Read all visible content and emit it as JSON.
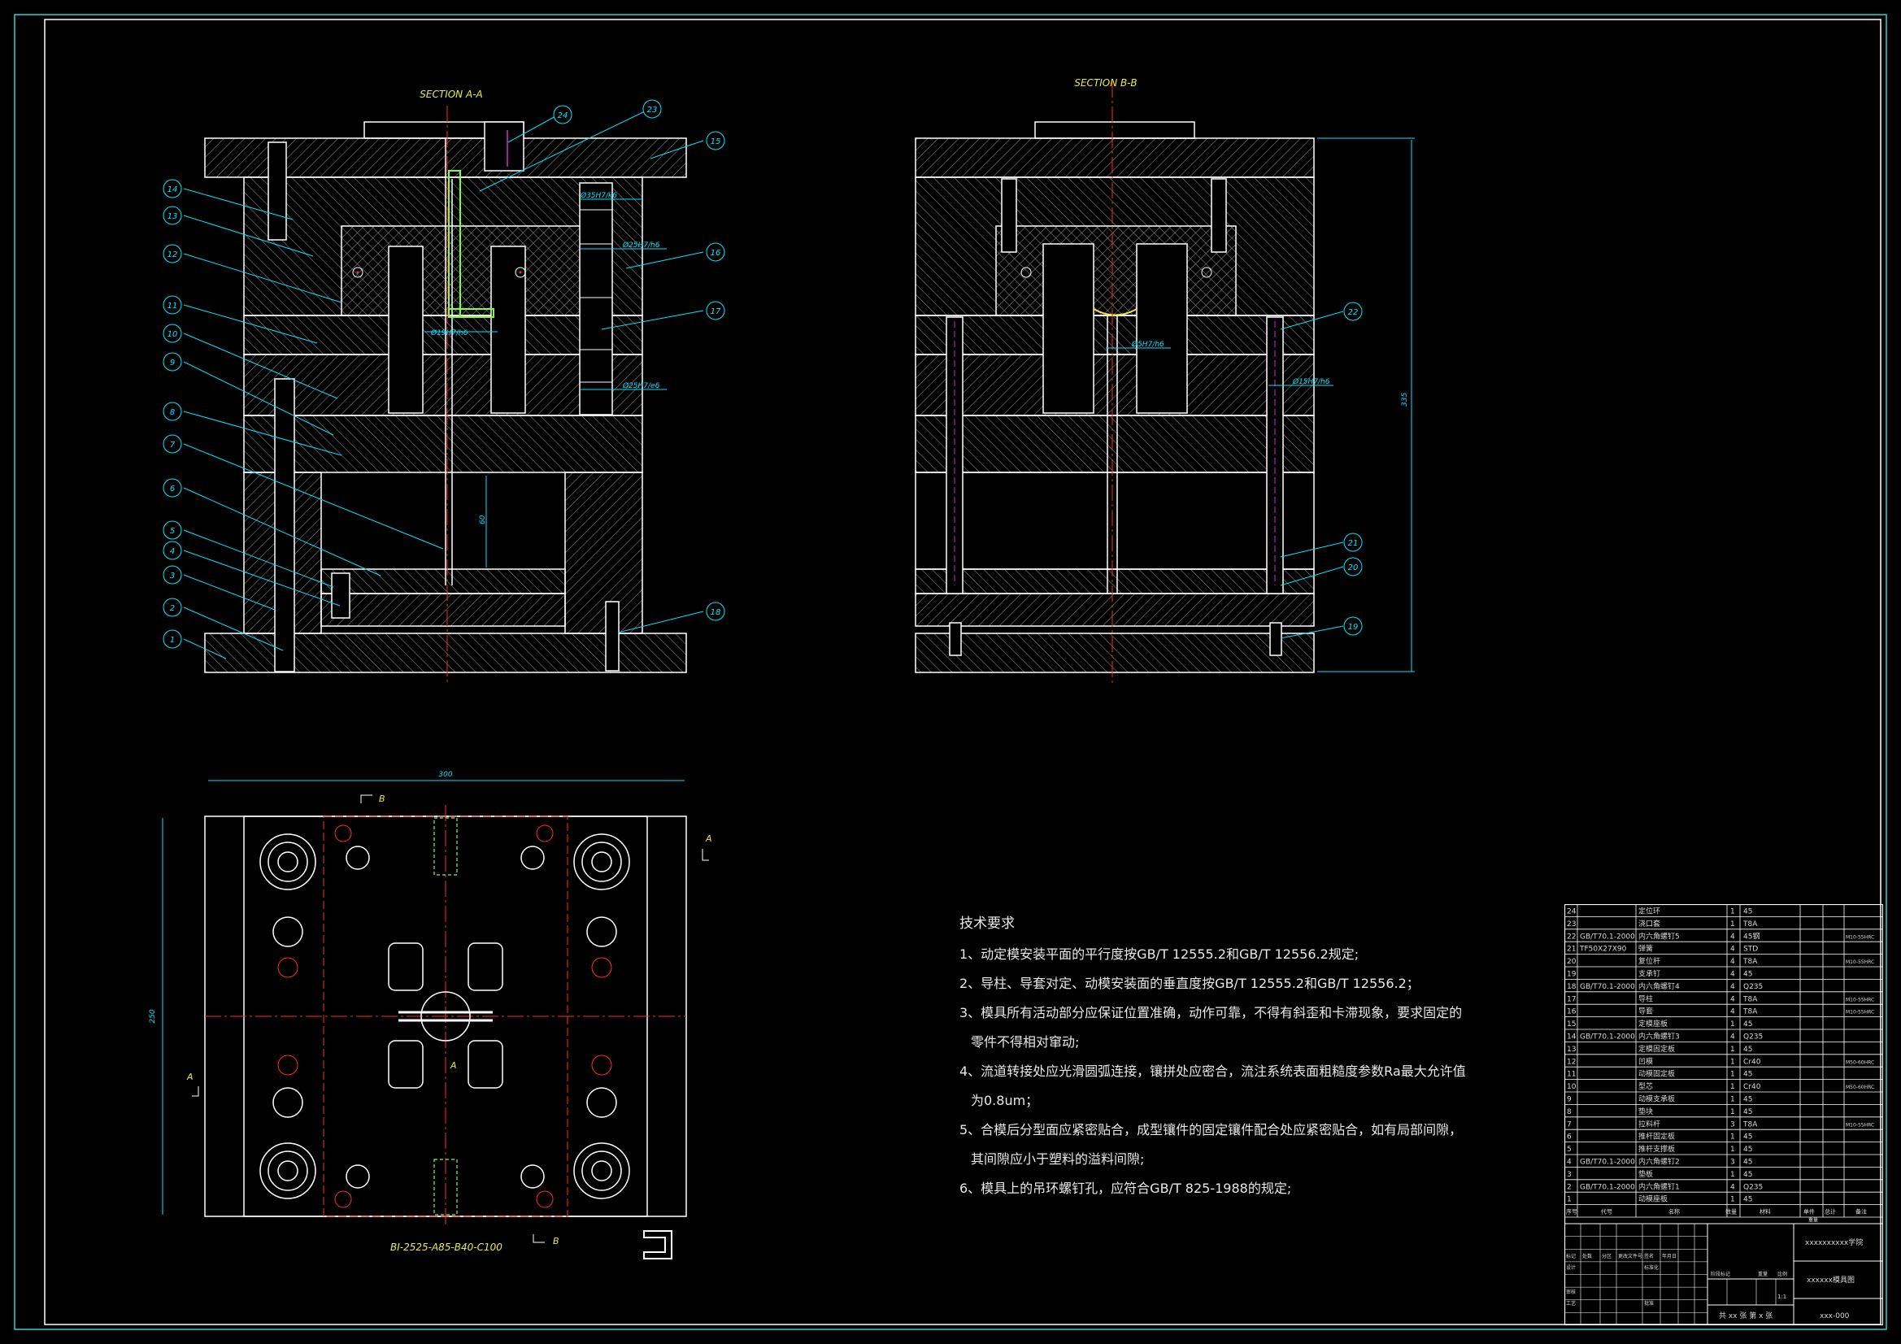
{
  "views": {
    "section_a": {
      "title": "SECTION A-A"
    },
    "section_b": {
      "title": "SECTION B-B"
    },
    "plan": {
      "caption": "BI-2525-A85-B40-C100"
    }
  },
  "dimensions": {
    "fit1": "Ø35H7/k6",
    "fit2": "Ø25H7/h6",
    "fit3": "Ø19H7/h6",
    "fit4": "Ø25H7/e6",
    "stroke": "60",
    "fit5": "Ø5H7/h6",
    "fit6": "Ø15H7/h6",
    "height": "335",
    "width": "300",
    "depth": "250"
  },
  "section_marks": {
    "a": "A",
    "b": "B"
  },
  "balloons_a": [
    "1",
    "2",
    "3",
    "4",
    "5",
    "6",
    "7",
    "8",
    "9",
    "10",
    "11",
    "12",
    "13",
    "14",
    "15",
    "16",
    "17",
    "18",
    "23",
    "24"
  ],
  "balloons_b": [
    "19",
    "20",
    "21",
    "22"
  ],
  "tech_notes": {
    "header": "技术要求",
    "items": [
      "1、动定模安装平面的平行度按GB/T 12555.2和GB/T 12556.2规定;",
      "2、导柱、导套对定、动模安装面的垂直度按GB/T 12555.2和GB/T 12556.2；",
      "3、模具所有活动部分应保证位置准确，动作可靠，不得有斜歪和卡滞现象，要求固定的",
      "零件不得相对窜动;",
      "4、流道转接处应光滑圆弧连接，镶拼处应密合，流注系统表面粗糙度参数Ra最大允许值",
      "为0.8um；",
      "5、合模后分型面应紧密贴合，成型镶件的固定镶件配合处应紧密贴合，如有局部间隙，",
      "其间隙应小于塑料的溢料间隙;",
      "6、模具上的吊环螺钉孔，应符合GB/T 825-1988的规定;"
    ]
  },
  "bom": {
    "rows": [
      {
        "no": "24",
        "std": "",
        "name": "定位环",
        "qty": "1",
        "mat": "45",
        "note": ""
      },
      {
        "no": "23",
        "std": "",
        "name": "浇口套",
        "qty": "1",
        "mat": "T8A",
        "note": ""
      },
      {
        "no": "22",
        "std": "GB/T70.1-2000",
        "name": "内六角螺钉5",
        "qty": "4",
        "mat": "45钢",
        "note": "M10-55HRC"
      },
      {
        "no": "21",
        "std": "TF50X27X90",
        "name": "弹簧",
        "qty": "4",
        "mat": "STD",
        "note": ""
      },
      {
        "no": "20",
        "std": "",
        "name": "复位杆",
        "qty": "4",
        "mat": "T8A",
        "note": "M10-55HRC"
      },
      {
        "no": "19",
        "std": "",
        "name": "支承钉",
        "qty": "4",
        "mat": "45",
        "note": ""
      },
      {
        "no": "18",
        "std": "GB/T70.1-2000",
        "name": "内六角螺钉4",
        "qty": "4",
        "mat": "Q235",
        "note": ""
      },
      {
        "no": "17",
        "std": "",
        "name": "导柱",
        "qty": "4",
        "mat": "T8A",
        "note": "M10-55HRC"
      },
      {
        "no": "16",
        "std": "",
        "name": "导套",
        "qty": "4",
        "mat": "T8A",
        "note": "M10-55HRC"
      },
      {
        "no": "15",
        "std": "",
        "name": "定模座板",
        "qty": "1",
        "mat": "45",
        "note": ""
      },
      {
        "no": "14",
        "std": "GB/T70.1-2000",
        "name": "内六角螺钉3",
        "qty": "4",
        "mat": "Q235",
        "note": ""
      },
      {
        "no": "13",
        "std": "",
        "name": "定模固定板",
        "qty": "1",
        "mat": "45",
        "note": ""
      },
      {
        "no": "12",
        "std": "",
        "name": "凹模",
        "qty": "1",
        "mat": "Cr40",
        "note": "M50-60HRC"
      },
      {
        "no": "11",
        "std": "",
        "name": "动模固定板",
        "qty": "1",
        "mat": "45",
        "note": ""
      },
      {
        "no": "10",
        "std": "",
        "name": "型芯",
        "qty": "1",
        "mat": "Cr40",
        "note": "M50-60HRC"
      },
      {
        "no": "9",
        "std": "",
        "name": "动模支承板",
        "qty": "1",
        "mat": "45",
        "note": ""
      },
      {
        "no": "8",
        "std": "",
        "name": "垫块",
        "qty": "1",
        "mat": "45",
        "note": ""
      },
      {
        "no": "7",
        "std": "",
        "name": "拉料杆",
        "qty": "3",
        "mat": "T8A",
        "note": "M10-55HRC"
      },
      {
        "no": "6",
        "std": "",
        "name": "推杆固定板",
        "qty": "1",
        "mat": "45",
        "note": ""
      },
      {
        "no": "5",
        "std": "",
        "name": "推杆支撑板",
        "qty": "1",
        "mat": "45",
        "note": ""
      },
      {
        "no": "4",
        "std": "GB/T70.1-2000",
        "name": "内六角螺钉2",
        "qty": "3",
        "mat": "45",
        "note": ""
      },
      {
        "no": "3",
        "std": "",
        "name": "垫板",
        "qty": "1",
        "mat": "45",
        "note": ""
      },
      {
        "no": "2",
        "std": "GB/T70.1-2000",
        "name": "内六角螺钉1",
        "qty": "4",
        "mat": "Q235",
        "note": ""
      },
      {
        "no": "1",
        "std": "",
        "name": "动模座板",
        "qty": "1",
        "mat": "45",
        "note": ""
      }
    ],
    "header": {
      "no": "序号",
      "std": "代号",
      "name": "名称",
      "qty": "数量",
      "mat": "材料",
      "w1": "单件",
      "w2": "总计",
      "note": "备注",
      "weight": "重量"
    }
  },
  "title_block": {
    "school": "xxxxxxxxxx学院",
    "drawing_name": "xxxxxx模具图",
    "drawing_no": "xxx-000",
    "scale": "1:1",
    "sheets": "共 xx 张  第 x 张",
    "labels": [
      "标记",
      "处数",
      "分区",
      "更改文件号",
      "签名",
      "年月日",
      "设计",
      "标准化",
      "阶段标记",
      "重量",
      "比例",
      "审核",
      "工艺",
      "批准"
    ]
  },
  "colors": {
    "bg": "#000000",
    "line": "#ffffff",
    "hatch": "#9a9a9a",
    "dim": "#00e5ff",
    "center": "#ff2a2a",
    "hidden": "#d12bd1",
    "part": "#7cff3a",
    "yellow": "#e9e94a",
    "frame": "#2fd1d1"
  }
}
